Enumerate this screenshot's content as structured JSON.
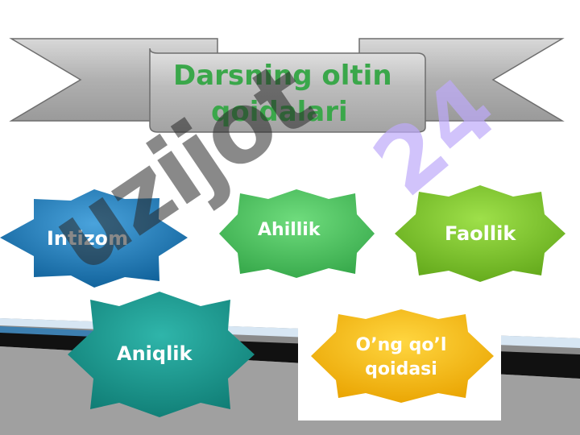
{
  "banner": {
    "title_line1": "Darsning oltin",
    "title_line2": "qoidalari"
  },
  "stars": [
    {
      "label": "Intizom",
      "color": "#1a79b5"
    },
    {
      "label": "Ahillik",
      "color": "#4cc25e"
    },
    {
      "label": "Faollik",
      "color": "#7cc428"
    },
    {
      "label": "Aniqlik",
      "color": "#1a9a90"
    },
    {
      "label_line1": "O’ng qo’l",
      "label_line2": "qoidasi",
      "color": "#f2b90c"
    }
  ],
  "watermark": {
    "text": "uzijot",
    "number": "24"
  },
  "colors": {
    "title_green": "#3aa74a",
    "banner_gray": "#b5b5b5"
  }
}
